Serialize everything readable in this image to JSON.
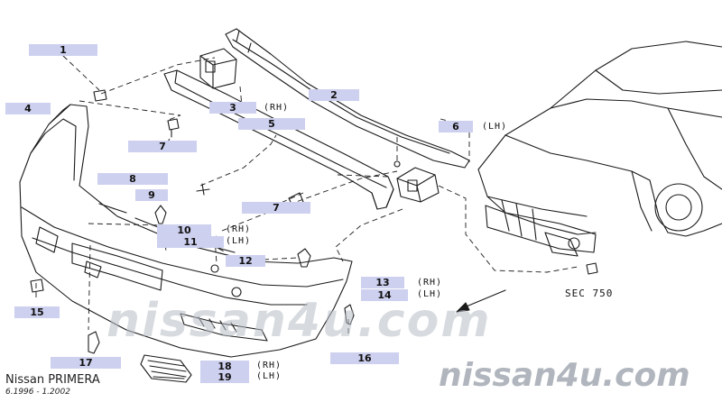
{
  "labels": {
    "p1": "1",
    "p2": "2",
    "p3": "3",
    "p4": "4",
    "p5": "5",
    "p6": "6",
    "p7a": "7",
    "p7b": "7",
    "p8": "8",
    "p9": "9",
    "p10": "10",
    "p11": "11",
    "p12": "12",
    "p13": "13",
    "p14": "14",
    "p15": "15",
    "p16": "16",
    "p17": "17",
    "p18": "18",
    "p19": "19"
  },
  "sides": {
    "rh": "(RH)",
    "lh": "(LH)"
  },
  "ref": "SEC 750",
  "watermark": {
    "center": "nissan4u.com",
    "corner": "nissan4u.com"
  },
  "footer": {
    "model": "Nissan PRIMERA",
    "period": "6.1996  -  1.2002"
  },
  "colors": {
    "label_bg": "#cdd0ee",
    "line": "#1a1a1a",
    "watermark": "#b8bec6"
  }
}
